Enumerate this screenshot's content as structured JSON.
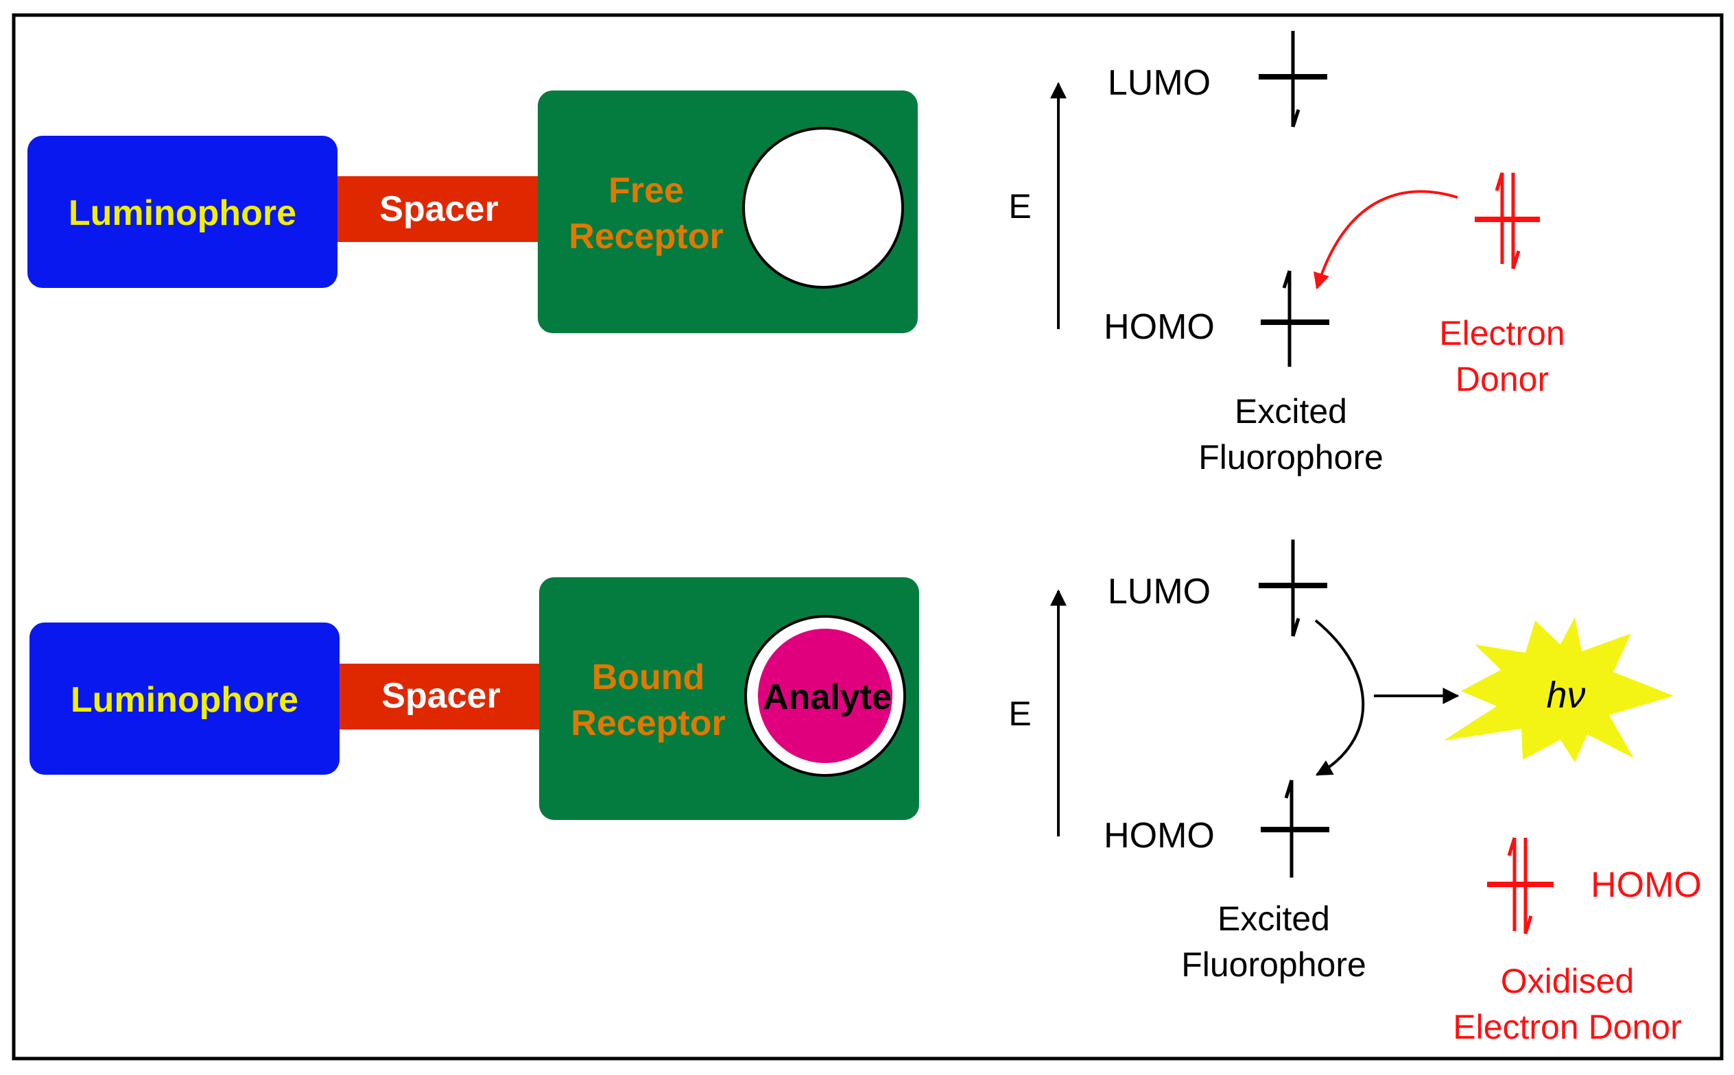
{
  "colors": {
    "frame": "#000000",
    "luminophore_fill": "#0a18f0",
    "luminophore_text": "#f0f000",
    "spacer_fill": "#e02800",
    "spacer_text": "#ffffff",
    "receptor_fill": "#047c40",
    "receptor_text": "#e07800",
    "analyte_fill": "#e0007e",
    "donor_color": "#ff1010",
    "star_fill": "#f4f414",
    "text": "#000000"
  },
  "top": {
    "luminophore": "Luminophore",
    "spacer": "Spacer",
    "receptor_line1": "Free",
    "receptor_line2": "Receptor",
    "energy_axis": "E",
    "lumo": "LUMO",
    "homo": "HOMO",
    "fluorophore_line1": "Excited",
    "fluorophore_line2": "Fluorophore",
    "donor_line1": "Electron",
    "donor_line2": "Donor"
  },
  "bottom": {
    "luminophore": "Luminophore",
    "spacer": "Spacer",
    "receptor_line1": "Bound",
    "receptor_line2": "Receptor",
    "analyte": "Analyte",
    "energy_axis": "E",
    "lumo": "LUMO",
    "homo": "HOMO",
    "fluorophore_line1": "Excited",
    "fluorophore_line2": "Fluorophore",
    "emission_h": "h",
    "emission_nu": "ν",
    "donor_homo": "HOMO",
    "donor_line1": "Oxidised",
    "donor_line2": "Electron Donor"
  }
}
